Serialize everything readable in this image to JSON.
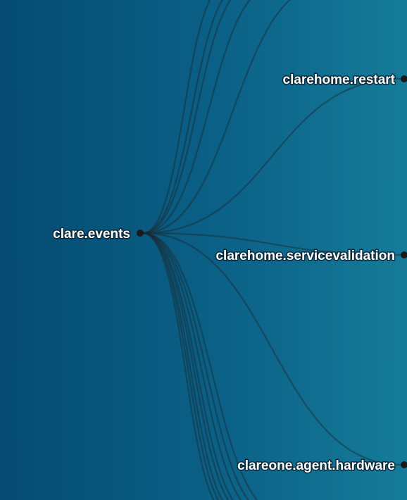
{
  "diagram": {
    "type": "tree-branch",
    "root": {
      "id": "root",
      "label": "clare.events"
    },
    "children": [
      {
        "id": "c1",
        "label": "clarehome.restart"
      },
      {
        "id": "c2",
        "label": "clarehome.servicevalidation"
      },
      {
        "id": "c3",
        "label": "clareone.agent.hardware"
      }
    ],
    "colors": {
      "background_left": "#054b72",
      "background_right": "#167c9a",
      "edge": "#1b2a33",
      "node": "#1a1a1a",
      "label": "#ffffff"
    }
  }
}
